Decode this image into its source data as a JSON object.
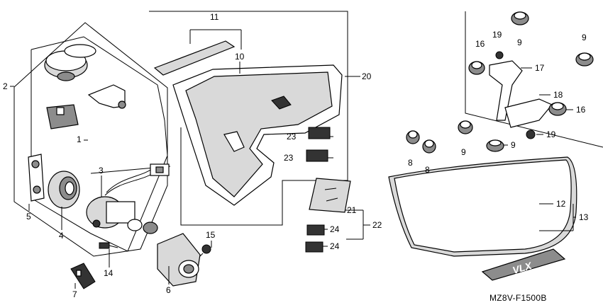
{
  "diagram_code": "MZ8V-F1500B",
  "callouts": [
    {
      "id": "c1",
      "text": "1"
    },
    {
      "id": "c2",
      "text": "2"
    },
    {
      "id": "c3",
      "text": "3"
    },
    {
      "id": "c4",
      "text": "4"
    },
    {
      "id": "c5",
      "text": "5"
    },
    {
      "id": "c6",
      "text": "6"
    },
    {
      "id": "c7",
      "text": "7"
    },
    {
      "id": "c8a",
      "text": "8"
    },
    {
      "id": "c8b",
      "text": "8"
    },
    {
      "id": "c9a",
      "text": "9"
    },
    {
      "id": "c9b",
      "text": "9"
    },
    {
      "id": "c9c",
      "text": "9"
    },
    {
      "id": "c9d",
      "text": "9"
    },
    {
      "id": "c10",
      "text": "10"
    },
    {
      "id": "c11",
      "text": "11"
    },
    {
      "id": "c12",
      "text": "12"
    },
    {
      "id": "c13",
      "text": "13"
    },
    {
      "id": "c14",
      "text": "14"
    },
    {
      "id": "c15",
      "text": "15"
    },
    {
      "id": "c16a",
      "text": "16"
    },
    {
      "id": "c16b",
      "text": "16"
    },
    {
      "id": "c17",
      "text": "17"
    },
    {
      "id": "c18",
      "text": "18"
    },
    {
      "id": "c19a",
      "text": "19"
    },
    {
      "id": "c19b",
      "text": "19"
    },
    {
      "id": "c20",
      "text": "20"
    },
    {
      "id": "c21",
      "text": "21"
    },
    {
      "id": "c22",
      "text": "22"
    },
    {
      "id": "c23a",
      "text": "23"
    },
    {
      "id": "c23b",
      "text": "23"
    },
    {
      "id": "c24a",
      "text": "24"
    },
    {
      "id": "c24b",
      "text": "24"
    }
  ],
  "emblem_text": "VLX"
}
